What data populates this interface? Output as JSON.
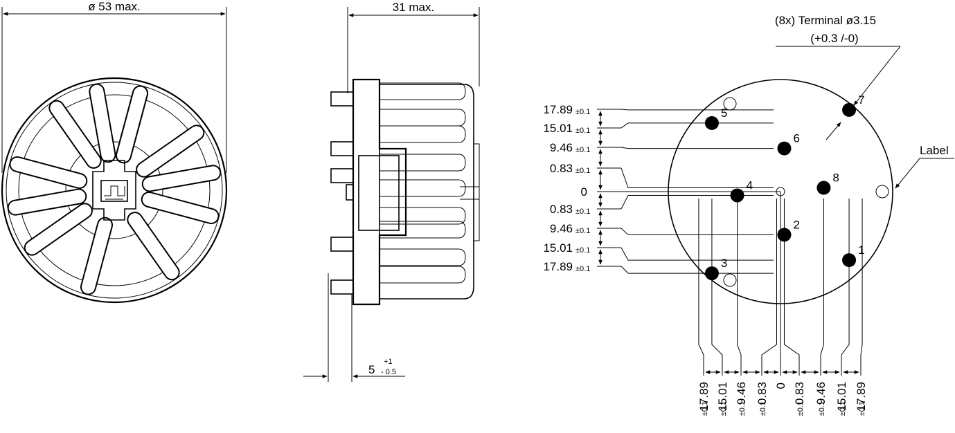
{
  "view_top": {
    "diameter_label": "ø 53 max."
  },
  "view_side": {
    "length_label": "31 max.",
    "pin_length_label": "5",
    "pin_tol_plus": "+1",
    "pin_tol_minus": "- 0.5"
  },
  "view_pins": {
    "terminal_label": "(8x) Terminal ø3.15",
    "terminal_tol": "(+0.3 /-0)",
    "label_callout": "Label",
    "zero": "0",
    "tol": "±0.1",
    "y_dims": [
      "17.89",
      "15.01",
      "9.46",
      "0.83",
      "0",
      "0.83",
      "9.46",
      "15.01",
      "17.89"
    ],
    "x_dims": [
      "17.89",
      "15.01",
      "9.46",
      "0.83",
      "0",
      "0.83",
      "9.46",
      "15.01",
      "17.89"
    ],
    "pins": [
      {
        "number": "1",
        "x": 15.01,
        "y": -15.01
      },
      {
        "number": "2",
        "x": 0.83,
        "y": -9.46
      },
      {
        "number": "3",
        "x": -15.01,
        "y": -17.89
      },
      {
        "number": "4",
        "x": -9.46,
        "y": -0.83
      },
      {
        "number": "5",
        "x": -15.01,
        "y": 15.01
      },
      {
        "number": "6",
        "x": 0.83,
        "y": 9.46
      },
      {
        "number": "7",
        "x": 15.01,
        "y": 17.89
      },
      {
        "number": "8",
        "x": 9.46,
        "y": 0.83
      }
    ]
  }
}
